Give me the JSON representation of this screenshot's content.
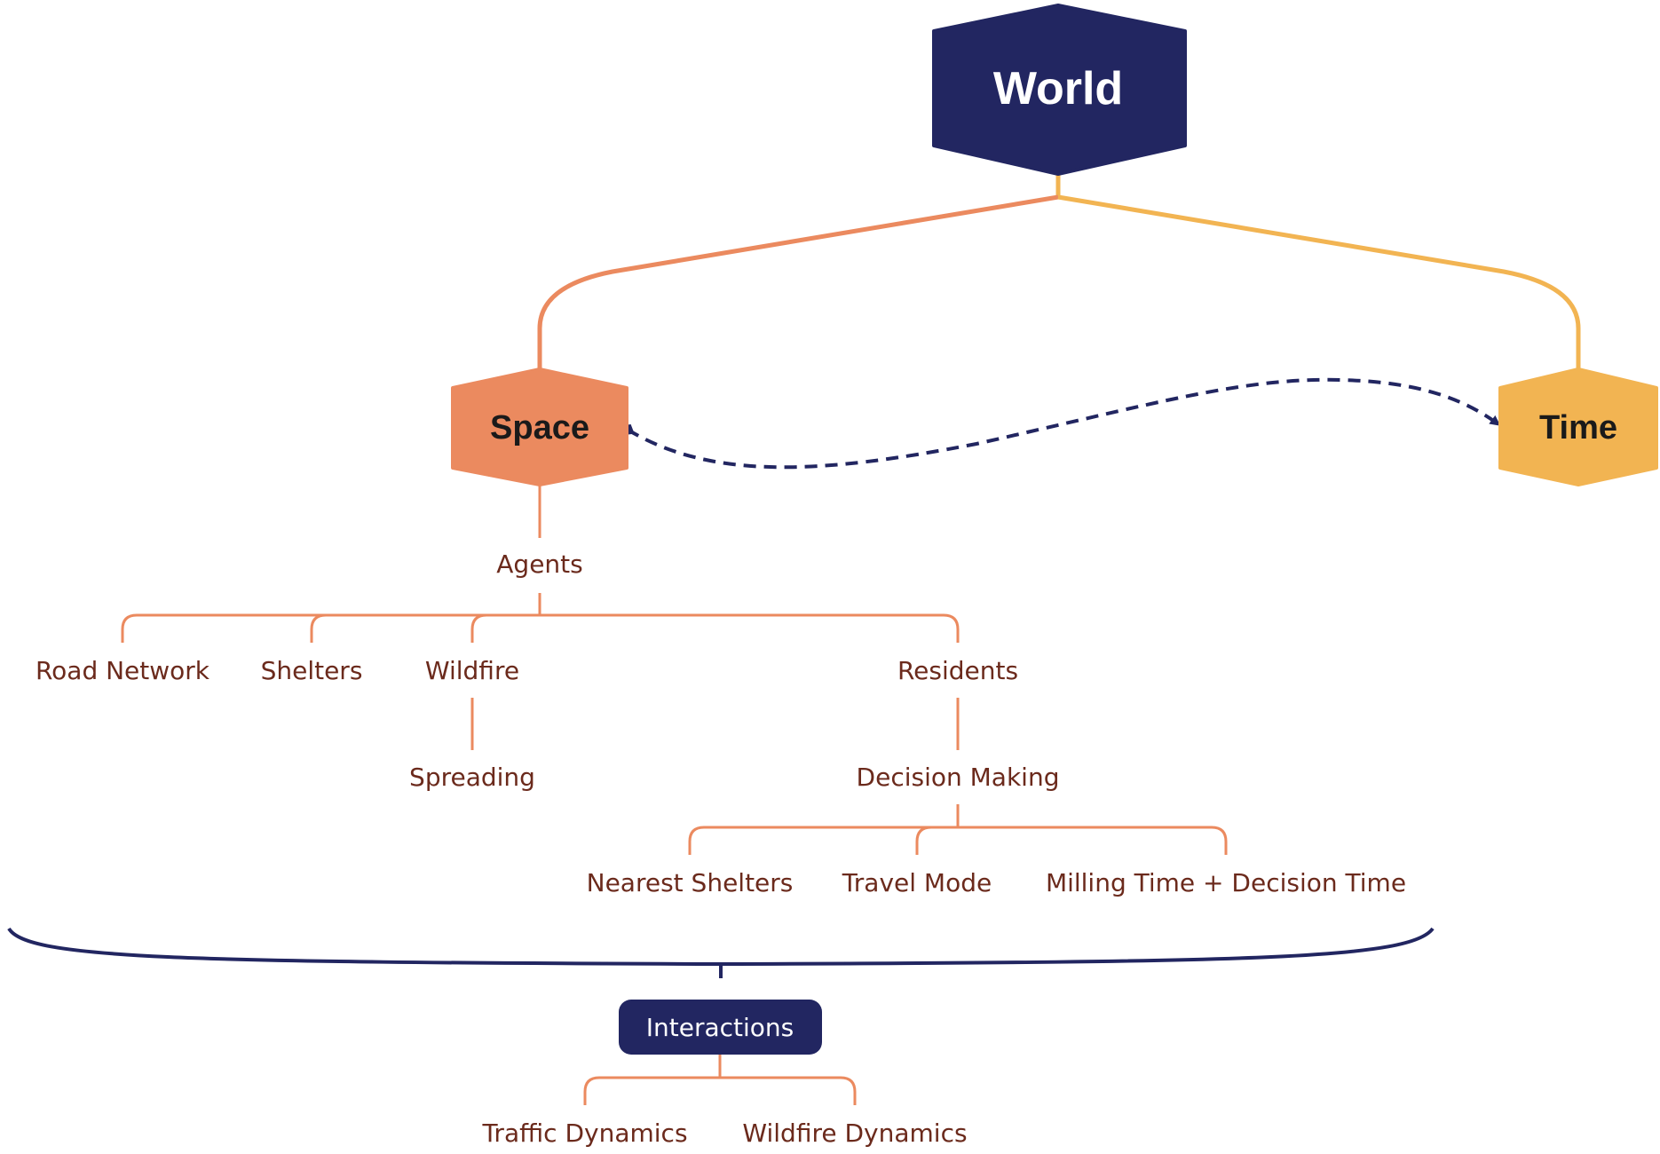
{
  "colors": {
    "navy": "#222661",
    "space": "#eb8a5f",
    "time": "#f2b452",
    "text": "#6b2a1c"
  },
  "nodes": {
    "world": "World",
    "space": "Space",
    "time": "Time"
  },
  "agents": {
    "label": "Agents",
    "road_network": "Road Network",
    "shelters": "Shelters",
    "wildfire": "Wildfire",
    "spreading": "Spreading",
    "residents": "Residents",
    "decision_making": "Decision Making",
    "nearest_shelters": "Nearest Shelters",
    "travel_mode": "Travel Mode",
    "milling_time": "Milling Time + Decision Time"
  },
  "interactions": {
    "label": "Interactions",
    "traffic_dynamics": "Traffic Dynamics",
    "wildfire_dynamics": "Wildfire Dynamics"
  }
}
